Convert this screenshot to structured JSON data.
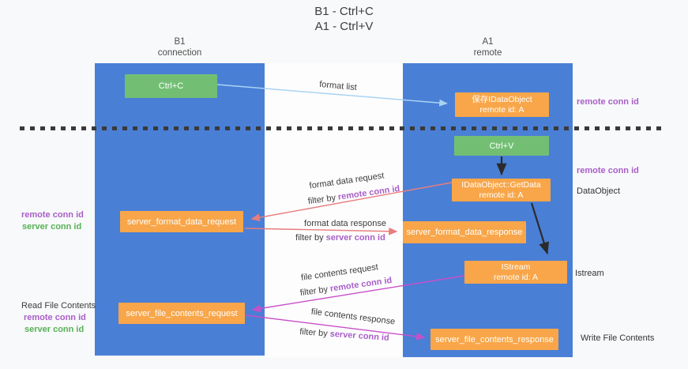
{
  "title": {
    "line1": "B1 - Ctrl+C",
    "line2": "A1 - Ctrl+V"
  },
  "lanes": {
    "left": {
      "name": "B1",
      "role": "connection"
    },
    "right": {
      "name": "A1",
      "role": "remote"
    }
  },
  "nodes": {
    "ctrl_c": {
      "label": "Ctrl+C"
    },
    "ctrl_v": {
      "label": "Ctrl+V"
    },
    "save_dataobject": {
      "line1": "保存IDataObject",
      "line2": "remote id: A"
    },
    "getdata": {
      "line1": "IDataObject::GetData",
      "line2": "remote id: A"
    },
    "istream": {
      "line1": "IStream",
      "line2": "remote id: A"
    },
    "format_request": {
      "label": "server_format_data_request"
    },
    "format_response": {
      "label": "server_format_data_response"
    },
    "file_request": {
      "label": "server_file_contents_request"
    },
    "file_response": {
      "label": "server_file_contents_response"
    }
  },
  "edge_labels": {
    "format_list": "format list",
    "format_data_request": "format data request",
    "format_data_response": "format data response",
    "file_contents_request": "file contents request",
    "file_contents_response": "file contents response",
    "filter_by": "filter by",
    "remote_conn_id": "remote conn id",
    "server_conn_id": "server conn id"
  },
  "side_labels": {
    "remote_conn_id_top": "remote conn id",
    "remote_conn_id_mid": "remote conn id",
    "dataobject": "DataObject",
    "istream": "Istream",
    "write_file_contents": "Write File Contents",
    "read_file_contents": "Read File Contents",
    "left_format": {
      "remote": "remote conn id",
      "server": "server conn id"
    },
    "left_file": {
      "remote": "remote conn id",
      "server": "server conn id"
    }
  },
  "colors": {
    "lane_blue": "#4a7fd6",
    "node_orange": "#f8a649",
    "node_green": "#72bf74",
    "arrow_lightblue": "#a9d3f2",
    "arrow_red": "#e87d7d",
    "arrow_magenta": "#c94fc9",
    "arrow_black": "#2b2b2b",
    "text_purple": "#a85fc8",
    "text_green": "#55b155",
    "dash_color": "#3a3a3a",
    "background": "#f8f9fa"
  }
}
